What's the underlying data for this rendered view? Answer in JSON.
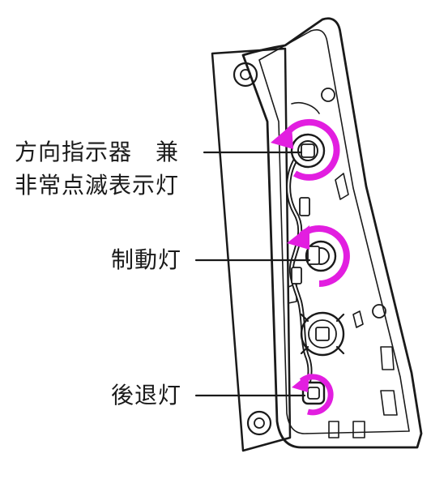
{
  "labels": {
    "turn_hazard_line1": "方向指示器　兼",
    "turn_hazard_line2": "非常点滅表示灯",
    "brake": "制動灯",
    "reverse": "後退灯"
  },
  "colors": {
    "line": "#1a1a1a",
    "arrow": "#e21ee0",
    "background": "#ffffff"
  },
  "icons": {
    "arrow": "counterclockwise-rotation-arrow-icon"
  }
}
